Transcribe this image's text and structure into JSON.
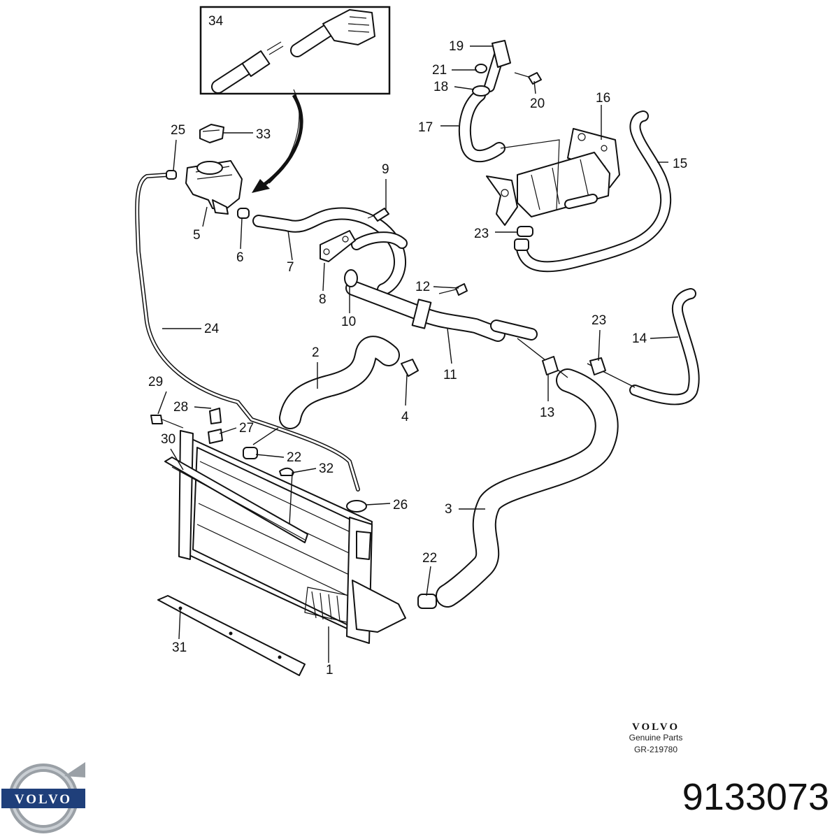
{
  "callouts": [
    {
      "id": "1",
      "label": "1"
    },
    {
      "id": "2",
      "label": "2"
    },
    {
      "id": "3",
      "label": "3"
    },
    {
      "id": "4",
      "label": "4"
    },
    {
      "id": "5",
      "label": "5"
    },
    {
      "id": "6",
      "label": "6"
    },
    {
      "id": "7",
      "label": "7"
    },
    {
      "id": "8",
      "label": "8"
    },
    {
      "id": "9",
      "label": "9"
    },
    {
      "id": "10",
      "label": "10"
    },
    {
      "id": "11",
      "label": "11"
    },
    {
      "id": "12",
      "label": "12"
    },
    {
      "id": "13",
      "label": "13"
    },
    {
      "id": "14",
      "label": "14"
    },
    {
      "id": "15",
      "label": "15"
    },
    {
      "id": "16",
      "label": "16"
    },
    {
      "id": "17",
      "label": "17"
    },
    {
      "id": "18",
      "label": "18"
    },
    {
      "id": "19",
      "label": "19"
    },
    {
      "id": "20",
      "label": "20"
    },
    {
      "id": "21",
      "label": "21"
    },
    {
      "id": "22a",
      "label": "22"
    },
    {
      "id": "22b",
      "label": "22"
    },
    {
      "id": "23a",
      "label": "23"
    },
    {
      "id": "23b",
      "label": "23"
    },
    {
      "id": "24",
      "label": "24"
    },
    {
      "id": "25",
      "label": "25"
    },
    {
      "id": "26",
      "label": "26"
    },
    {
      "id": "27",
      "label": "27"
    },
    {
      "id": "28",
      "label": "28"
    },
    {
      "id": "29",
      "label": "29"
    },
    {
      "id": "30",
      "label": "30"
    },
    {
      "id": "31",
      "label": "31"
    },
    {
      "id": "32",
      "label": "32"
    },
    {
      "id": "33",
      "label": "33"
    },
    {
      "id": "34",
      "label": "34"
    }
  ],
  "stamp": {
    "brand": "VOLVO",
    "line1": "Genuine Parts",
    "line2": "GR-219780"
  },
  "logo": {
    "text": "VOLVO",
    "icon": "volvo-iron-mark-icon"
  },
  "part_number": "9133073",
  "colors": {
    "ink": "#111111",
    "logo_blue": "#1f3f7a",
    "logo_chrome": "#9aa0a6"
  }
}
